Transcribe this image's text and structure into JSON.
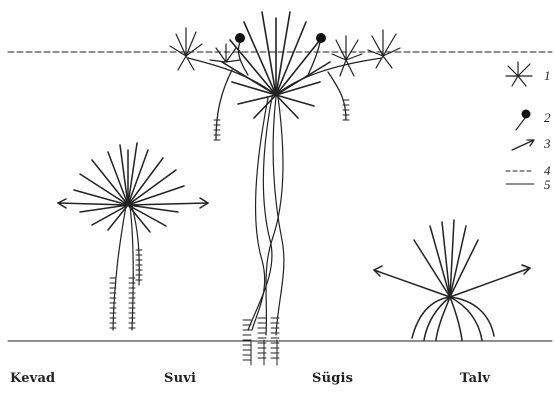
{
  "seasons": {
    "spring": "Kevad",
    "summer": "Suvi",
    "autumn": "Sügis",
    "winter": "Talv"
  },
  "legend": [
    {
      "number": "1",
      "icon": "plantlet-icon"
    },
    {
      "number": "2",
      "icon": "turion-bud-icon"
    },
    {
      "number": "3",
      "icon": "arrow-icon"
    },
    {
      "number": "4",
      "icon": "dashed-line-icon"
    },
    {
      "number": "5",
      "icon": "solid-line-icon"
    }
  ],
  "colors": {
    "ink": "#222222",
    "background": "#ffffff"
  }
}
